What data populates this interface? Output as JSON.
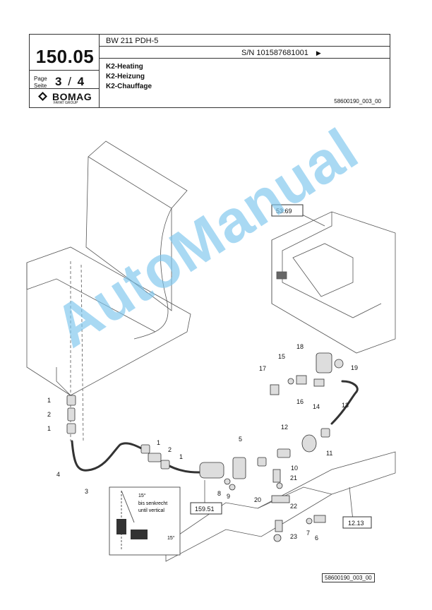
{
  "header": {
    "group_number": "150.05",
    "model": "BW 211 PDH-5",
    "serial": "S/N 101587681001",
    "serial_arrow": "▶",
    "page_label_en": "Page",
    "page_label_de": "Seite",
    "page_current": "3",
    "page_sep": "/",
    "page_total": "4",
    "brand": "BOMAG",
    "brand_sub": "FAYAT GROUP",
    "title_en": "K2-Heating",
    "title_de": "K2-Heizung",
    "title_fr": "K2-Chauffage",
    "doc_ref": "58600190_003_00"
  },
  "diagram": {
    "callouts": [
      "1",
      "2",
      "1",
      "4",
      "3",
      "1",
      "2",
      "1",
      "5",
      "6",
      "7",
      "8",
      "9",
      "10",
      "11",
      "12",
      "13",
      "14",
      "15",
      "16",
      "17",
      "18",
      "19",
      "20",
      "21",
      "22",
      "23"
    ],
    "refs": [
      "53.69",
      "159.51",
      "12.13"
    ],
    "detail_angle": "15°",
    "detail_note_de": "bis senkrecht",
    "detail_note_en": "until vertical",
    "detail_angle2": "15°"
  },
  "watermark": "AutoManual",
  "footer": {
    "doc_ref": "58600190_003_00"
  }
}
